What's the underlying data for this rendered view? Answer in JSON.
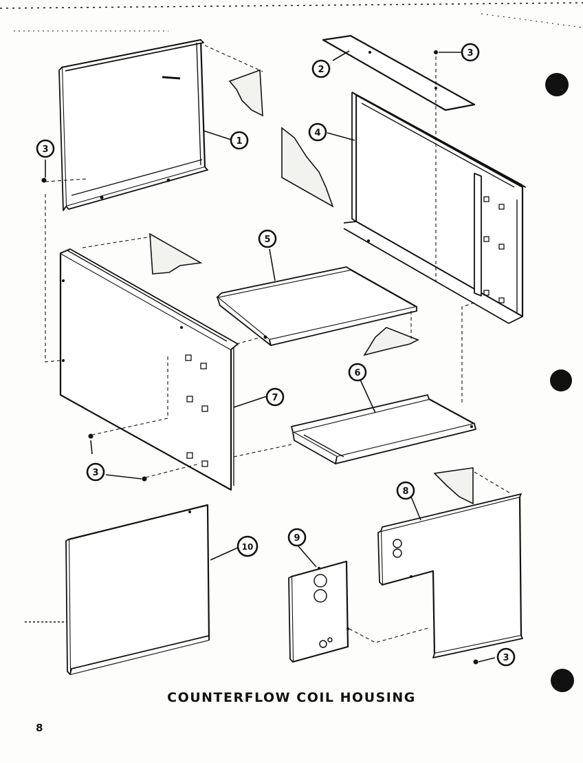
{
  "diagram": {
    "title": "COUNTERFLOW COIL HOUSING",
    "page_number": "8",
    "callouts": [
      "1",
      "2",
      "3",
      "4",
      "5",
      "6",
      "7",
      "8",
      "9",
      "10"
    ],
    "parts": [
      "part-1-rear-panel",
      "part-2-top-strip",
      "part-3-screw",
      "part-4-side-panel",
      "part-5-shelf",
      "part-6-shelf",
      "part-7-side-panel",
      "part-8-l-panel",
      "part-9-access-plate",
      "part-10-front-panel"
    ],
    "colors": {
      "ink": "#111111",
      "paper": "#fdfdfb",
      "insulation": "#f2f2ee"
    }
  }
}
